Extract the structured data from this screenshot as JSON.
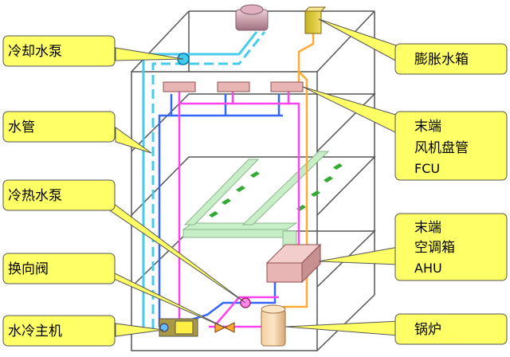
{
  "labels": {
    "cooling_pump": "冷却水泵",
    "water_pipe": "水管",
    "hot_cold_pump": "冷热水泵",
    "reversing_valve": "换向阀",
    "water_chiller": "水冷主机",
    "expansion_tank": "膨胀水箱",
    "fcu_line1": "末端",
    "fcu_line2": "风机盘管",
    "fcu_line3": "FCU",
    "ahu_line1": "末端",
    "ahu_line2": "空调箱",
    "ahu_line3": "AHU",
    "boiler": "锅炉"
  },
  "colors": {
    "callout_fill": "#ffff66",
    "callout_stroke": "#333333",
    "building_stroke": "#555555",
    "cooling_water": "#44ccee",
    "chilled_supply": "#3366ff",
    "hot_return": "#ff44ee",
    "expansion_line": "#ffaa33",
    "unit_fill": "#e8b4b4",
    "duct_fill": "#c8eec8"
  }
}
